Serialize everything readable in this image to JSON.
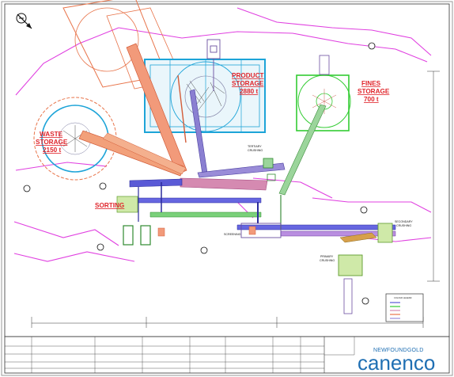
{
  "labels": {
    "product_storage_l1": "PRODUCT",
    "product_storage_l2": "STORAGE",
    "product_storage_cap": "2880 t",
    "fines_l1": "FINES",
    "fines_l2": "STORAGE",
    "fines_cap": "700 t",
    "waste_l1": "WASTE",
    "waste_l2": "STORAGE",
    "waste_cap": "2150 t",
    "sorting": "SORTING",
    "tertiary_l1": "TERTIARY",
    "tertiary_l2": "CRUSHING",
    "screening": "SCREENING",
    "secondary_l1": "SECONDARY",
    "secondary_l2": "CRUSHING",
    "primary_l1": "PRIMARY",
    "primary_l2": "CRUSHING"
  },
  "legend": {
    "title": "COLOUR LEGEND"
  },
  "logo": {
    "top": "NEWFOUNDGOLD",
    "main": "canenco"
  },
  "colors": {
    "label_red": "#e0262c",
    "product_storage_blue": "#1da4d8",
    "fines_green": "#33cc33",
    "conveyor_purple": "#5a5ad6",
    "conveyor_orange": "#f29a7a",
    "boundary_magenta": "#e040e0",
    "brand_blue": "#1f6fb3"
  }
}
